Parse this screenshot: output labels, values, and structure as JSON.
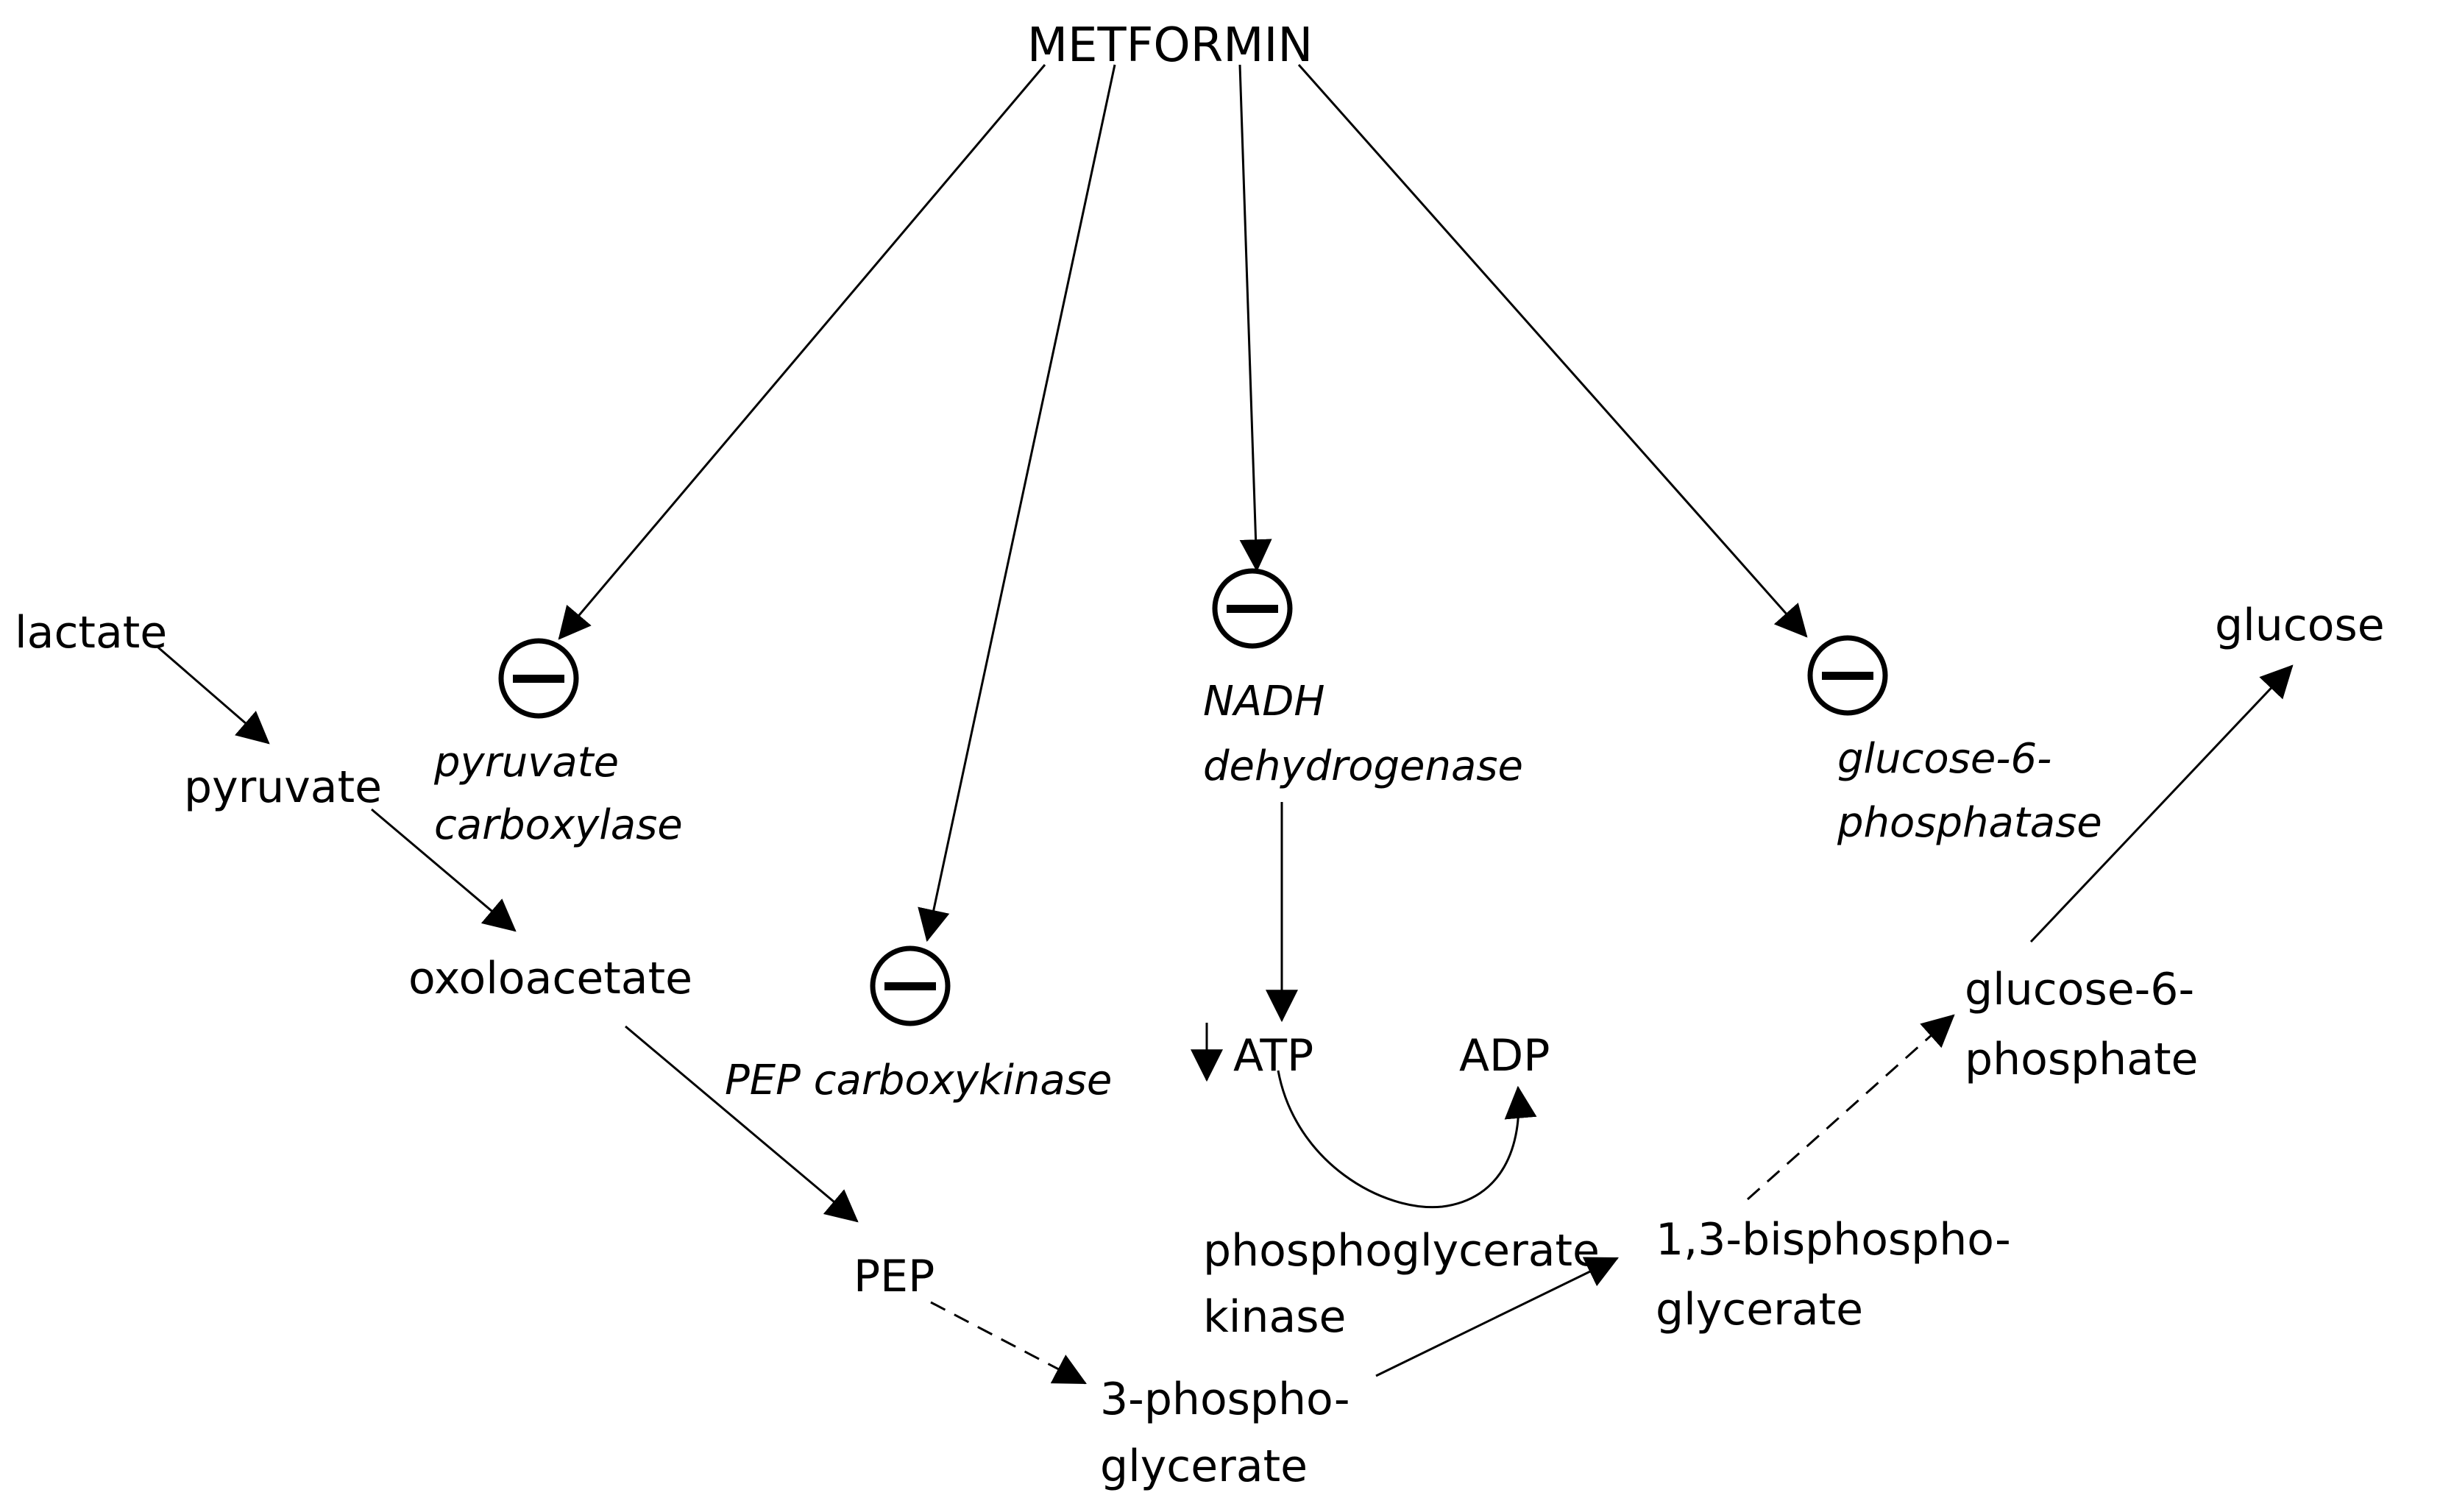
{
  "drug": "METFORMIN",
  "metabolites": {
    "lactate": "lactate",
    "pyruvate": "pyruvate",
    "oxaloacetate": "oxoloacetate",
    "pep": "PEP",
    "pg3_line1": "3-phospho-",
    "pg3_line2": "glycerate",
    "bpg_line1": "1,3-bisphospho-",
    "bpg_line2": "glycerate",
    "g6p_line1": "glucose-6-",
    "g6p_line2": "phosphate",
    "glucose": "glucose",
    "atp": "ATP",
    "adp": "ADP",
    "atp_decrease_symbol": "↓"
  },
  "enzymes": {
    "pc_line1": "pyruvate",
    "pc_line2": "carboxylase",
    "pepck": "PEP carboxykinase",
    "nadh_line1": "NADH",
    "nadh_line2": "dehydrogenase",
    "g6pase_line1": "glucose-6-",
    "g6pase_line2": "phosphatase",
    "pgk_line1": "phosphoglycerate",
    "pgk_line2": "kinase"
  },
  "inhibition_symbol": "−",
  "colors": {
    "ink": "#000000",
    "background": "#ffffff"
  }
}
